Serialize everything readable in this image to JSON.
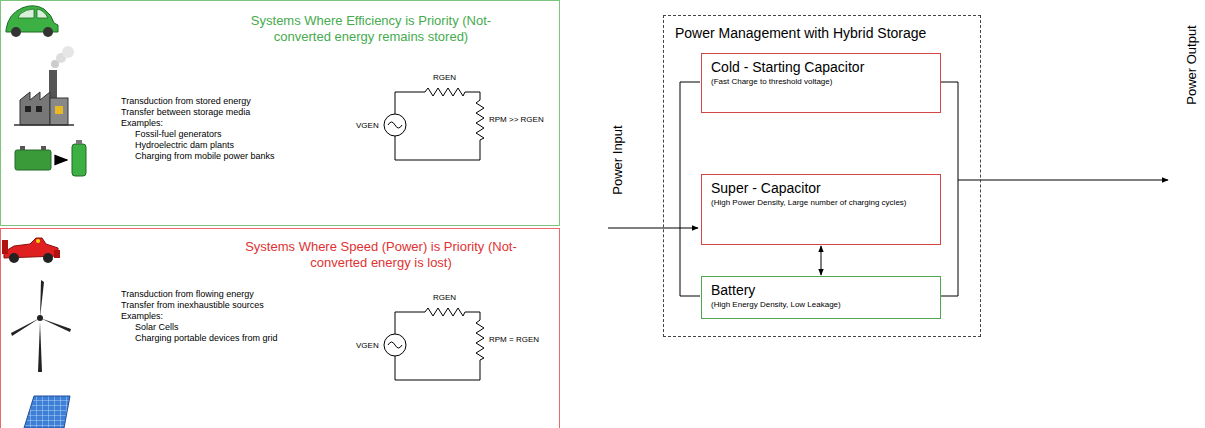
{
  "diagram": {
    "nodes": [
      {
        "text": [
          "Systems Where Efficiency is Priority (Not-converted energy remains stored)",
          "Transduction from stored energy",
          "Transfer between storage media",
          "Examples:",
          "Fossil-fuel generators",
          "Hydroelectric dam plants",
          "Charging from mobile power banks"
        ]
      },
      {
        "text": [
          "Systems Where Speed (Power) is Priority (Not-converted energy is lost)",
          "Transduction from flowing energy",
          "Transfer from inexhaustible sources",
          "Examples:",
          "Solar Cells",
          "Charging portable devices from grid"
        ]
      },
      {
        "text": [
          "Power Management with Hybrid Storage"
        ]
      },
      {
        "text": [
          "Cold - Starting Capacitor",
          "(Fast Charge to threshold voltage)"
        ],
        "in": 2
      },
      {
        "text": [
          "Super - Capacitor",
          "(High Power Density, Large number of charging cycles)"
        ],
        "in": 2
      },
      {
        "text": [
          "Battery",
          "(High Energy Density, Low Leakage)"
        ],
        "in": 2
      }
    ],
    "edges": [
      {
        "from": 4,
        "to": 5,
        "arrow": "both"
      }
    ],
    "labels": [
      "RGEN",
      "VGEN",
      "RPM >> RGEN",
      "RGEN",
      "VGEN",
      "RPM = RGEN",
      "Power Input",
      "Power Output"
    ]
  }
}
